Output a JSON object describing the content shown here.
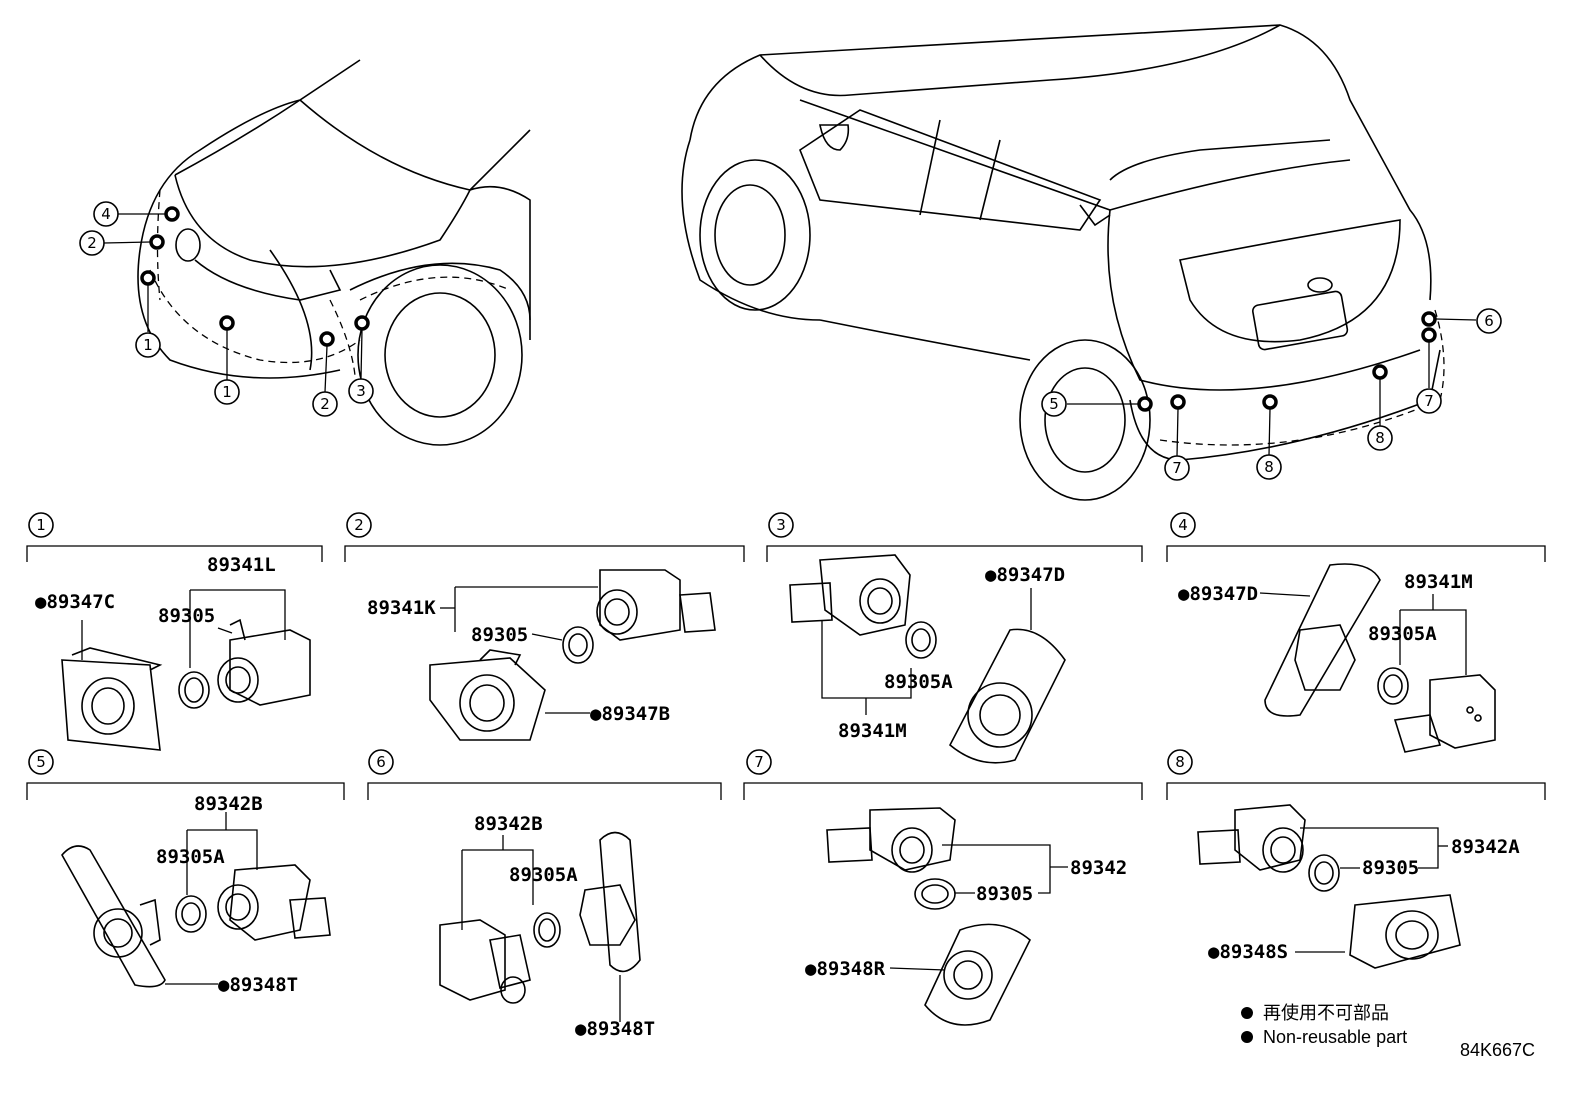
{
  "diagram_code": "84K667C",
  "callouts": [
    "1",
    "2",
    "3",
    "4",
    "5",
    "6",
    "7",
    "8"
  ],
  "sections": [
    {
      "num": "1",
      "parts": [
        "89341L",
        "●89347C",
        "89305"
      ]
    },
    {
      "num": "2",
      "parts": [
        "89341K",
        "89305",
        "●89347B"
      ]
    },
    {
      "num": "3",
      "parts": [
        "●89347D",
        "89305A",
        "89341M"
      ]
    },
    {
      "num": "4",
      "parts": [
        "●89347D",
        "89341M",
        "89305A"
      ]
    },
    {
      "num": "5",
      "parts": [
        "89342B",
        "89305A",
        "●89348T"
      ]
    },
    {
      "num": "6",
      "parts": [
        "89342B",
        "89305A",
        "●89348T"
      ]
    },
    {
      "num": "7",
      "parts": [
        "89342",
        "89305",
        "●89348R"
      ]
    },
    {
      "num": "8",
      "parts": [
        "89342A",
        "89305",
        "●89348S"
      ]
    }
  ],
  "legend": {
    "chinese": "再使用不可部品",
    "english": "Non-reusable part"
  }
}
